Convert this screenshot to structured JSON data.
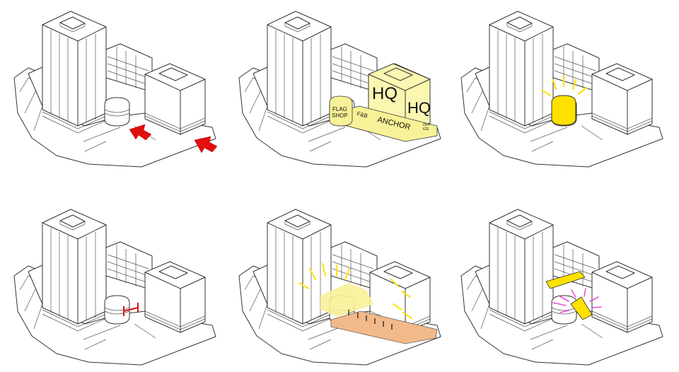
{
  "panels": [
    {
      "id": "access"
    },
    {
      "id": "program"
    },
    {
      "id": "landmark"
    },
    {
      "id": "setback"
    },
    {
      "id": "activation"
    },
    {
      "id": "views"
    }
  ],
  "program_labels": {
    "hq_1": "HQ",
    "hq_2": "HQ",
    "flag": "FLAG",
    "shop": "SHOP",
    "fb": "F&B",
    "anchor": "ANCHOR",
    "office_1": "OFF",
    "office_2": "ICE"
  },
  "colors": {
    "highlight_yellow": "#f7f197",
    "pale_yellow": "#fbf6b0",
    "bright_yellow": "#ffe100",
    "arrow_red": "#e01010",
    "dimension_red": "#d81414",
    "orange_plinth": "#f2b98a",
    "magenta_rays": "#e84fd8",
    "line": "#333333"
  }
}
